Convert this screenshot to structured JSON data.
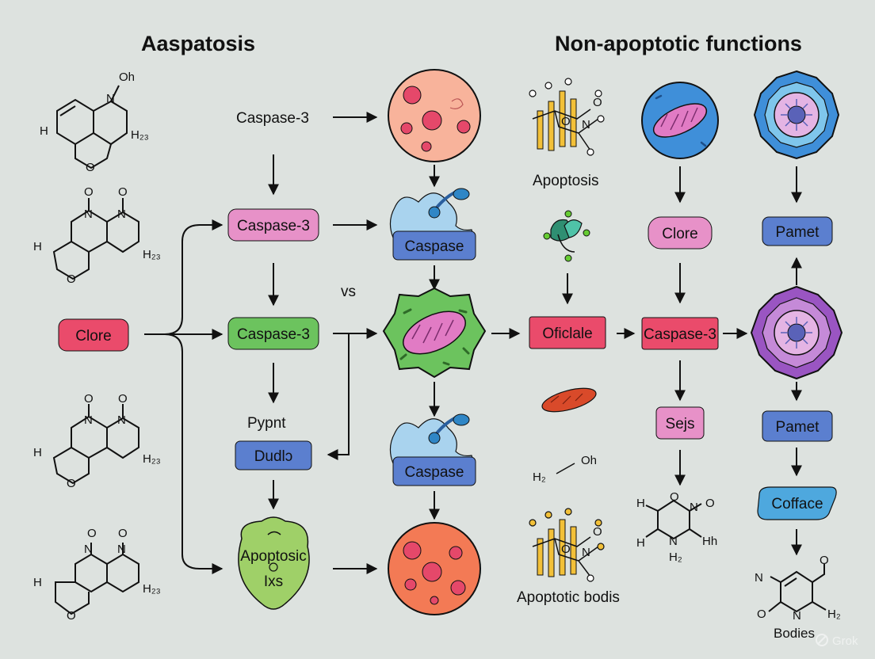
{
  "titles": {
    "left": "Aaspatosis",
    "right": "Non-apoptotic functions"
  },
  "left_column": {
    "caspase_top": "Caspase-3",
    "caspase_box_1": "Caspase-3",
    "caspase_box_2": "Caspase-3",
    "clore_box": "Clore",
    "pypnt": "Pypnt",
    "dudl_box": "Dudlↄ",
    "apoptosic_line1": "Apoptosic",
    "apoptosic_line2": "Ixs",
    "vs": "vs"
  },
  "middle_column": {
    "caspase_box_1": "Caspase",
    "caspase_box_2": "Caspase"
  },
  "right_region": {
    "apoptosis": "Apoptosis",
    "oficlale_box": "Oficlale",
    "caspase3_box": "Caspase-3",
    "clore_box": "Clore",
    "sejs_box": "Sejs",
    "pamet_box_1": "Pamet",
    "pamet_box_2": "Pamet",
    "cofface_box": "Cofface",
    "h2_oh_h2": "H₂",
    "h2_oh_oh": "Oh",
    "apoptotic_bodis": "Apoptotic bodis",
    "bodies": "Bodies"
  },
  "molecules": {
    "mol1": [
      "Oh",
      "N",
      "H",
      "H₂₃",
      "O"
    ],
    "mol2": [
      "O",
      "O",
      "N",
      "N",
      "H",
      "H₂₃",
      "O"
    ],
    "mol3": [
      "O",
      "O",
      "N",
      "N",
      "H",
      "H₂₃",
      "O"
    ],
    "mol4": [
      "O",
      "O",
      "N",
      "N",
      "H",
      "H₂₃",
      "O"
    ],
    "mol_right1": [
      "H",
      "O",
      "N",
      "O",
      "H",
      "Hh",
      "N",
      "H₂"
    ],
    "mol_right2": [
      "N",
      "O",
      "O",
      "N",
      "H₂"
    ],
    "helix1": [
      "O",
      "N",
      "O"
    ],
    "helix2": [
      "O",
      "N",
      "O"
    ]
  },
  "watermark": "Grok",
  "colors": {
    "pink_box": "#e791c8",
    "green_box": "#6cc35e",
    "blue_box": "#5b7fcf",
    "red_box": "#ea4b6b",
    "cyan_box": "#4ea8de"
  }
}
